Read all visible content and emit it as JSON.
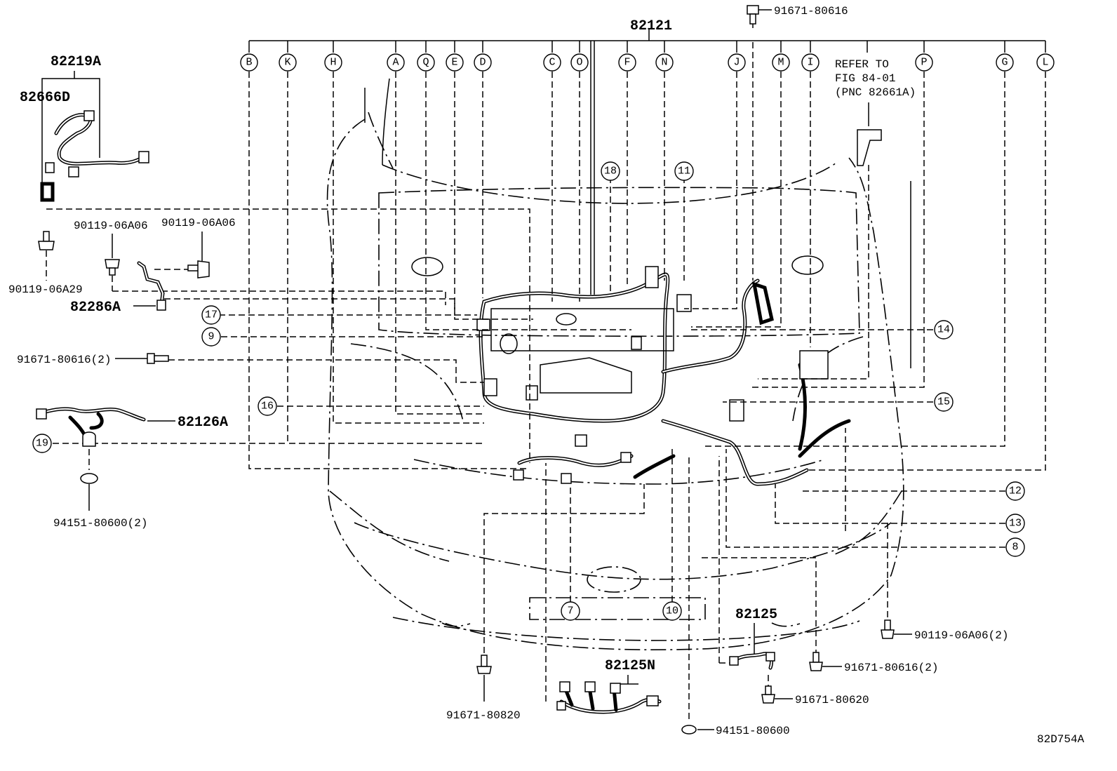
{
  "diagram": {
    "main_part": "82121",
    "connector_letters": [
      "B",
      "K",
      "H",
      "A",
      "Q",
      "E",
      "D",
      "C",
      "O",
      "F",
      "N",
      "J",
      "M",
      "I",
      "P",
      "G",
      "L"
    ],
    "refer_note": [
      "REFER TO",
      "FIG 84-01",
      "(PNC 82661A)"
    ],
    "parts": {
      "p82219A": "82219A",
      "p82666D": "82666D",
      "p82286A": "82286A",
      "p82126A": "82126A",
      "p82125": "82125",
      "p82125N": "82125N"
    },
    "fasteners": {
      "f_top": "91671-80616",
      "f_bolt_a": "90119-06A06",
      "f_bolt_b": "90119-06A06",
      "f_bolt_left": "90119-06A29",
      "f_bolt_91671_2": "91671-80616(2)",
      "f_clip_94151_2": "94151-80600(2)",
      "f_90119_2": "90119-06A06(2)",
      "f_91671_2b": "91671-80616(2)",
      "f_91671_80620": "91671-80620",
      "f_91671_80820": "91671-80820",
      "f_94151": "94151-80600"
    },
    "callouts": [
      "7",
      "8",
      "9",
      "10",
      "11",
      "12",
      "13",
      "14",
      "15",
      "16",
      "17",
      "18",
      "19"
    ],
    "figure_code": "82D754A"
  }
}
